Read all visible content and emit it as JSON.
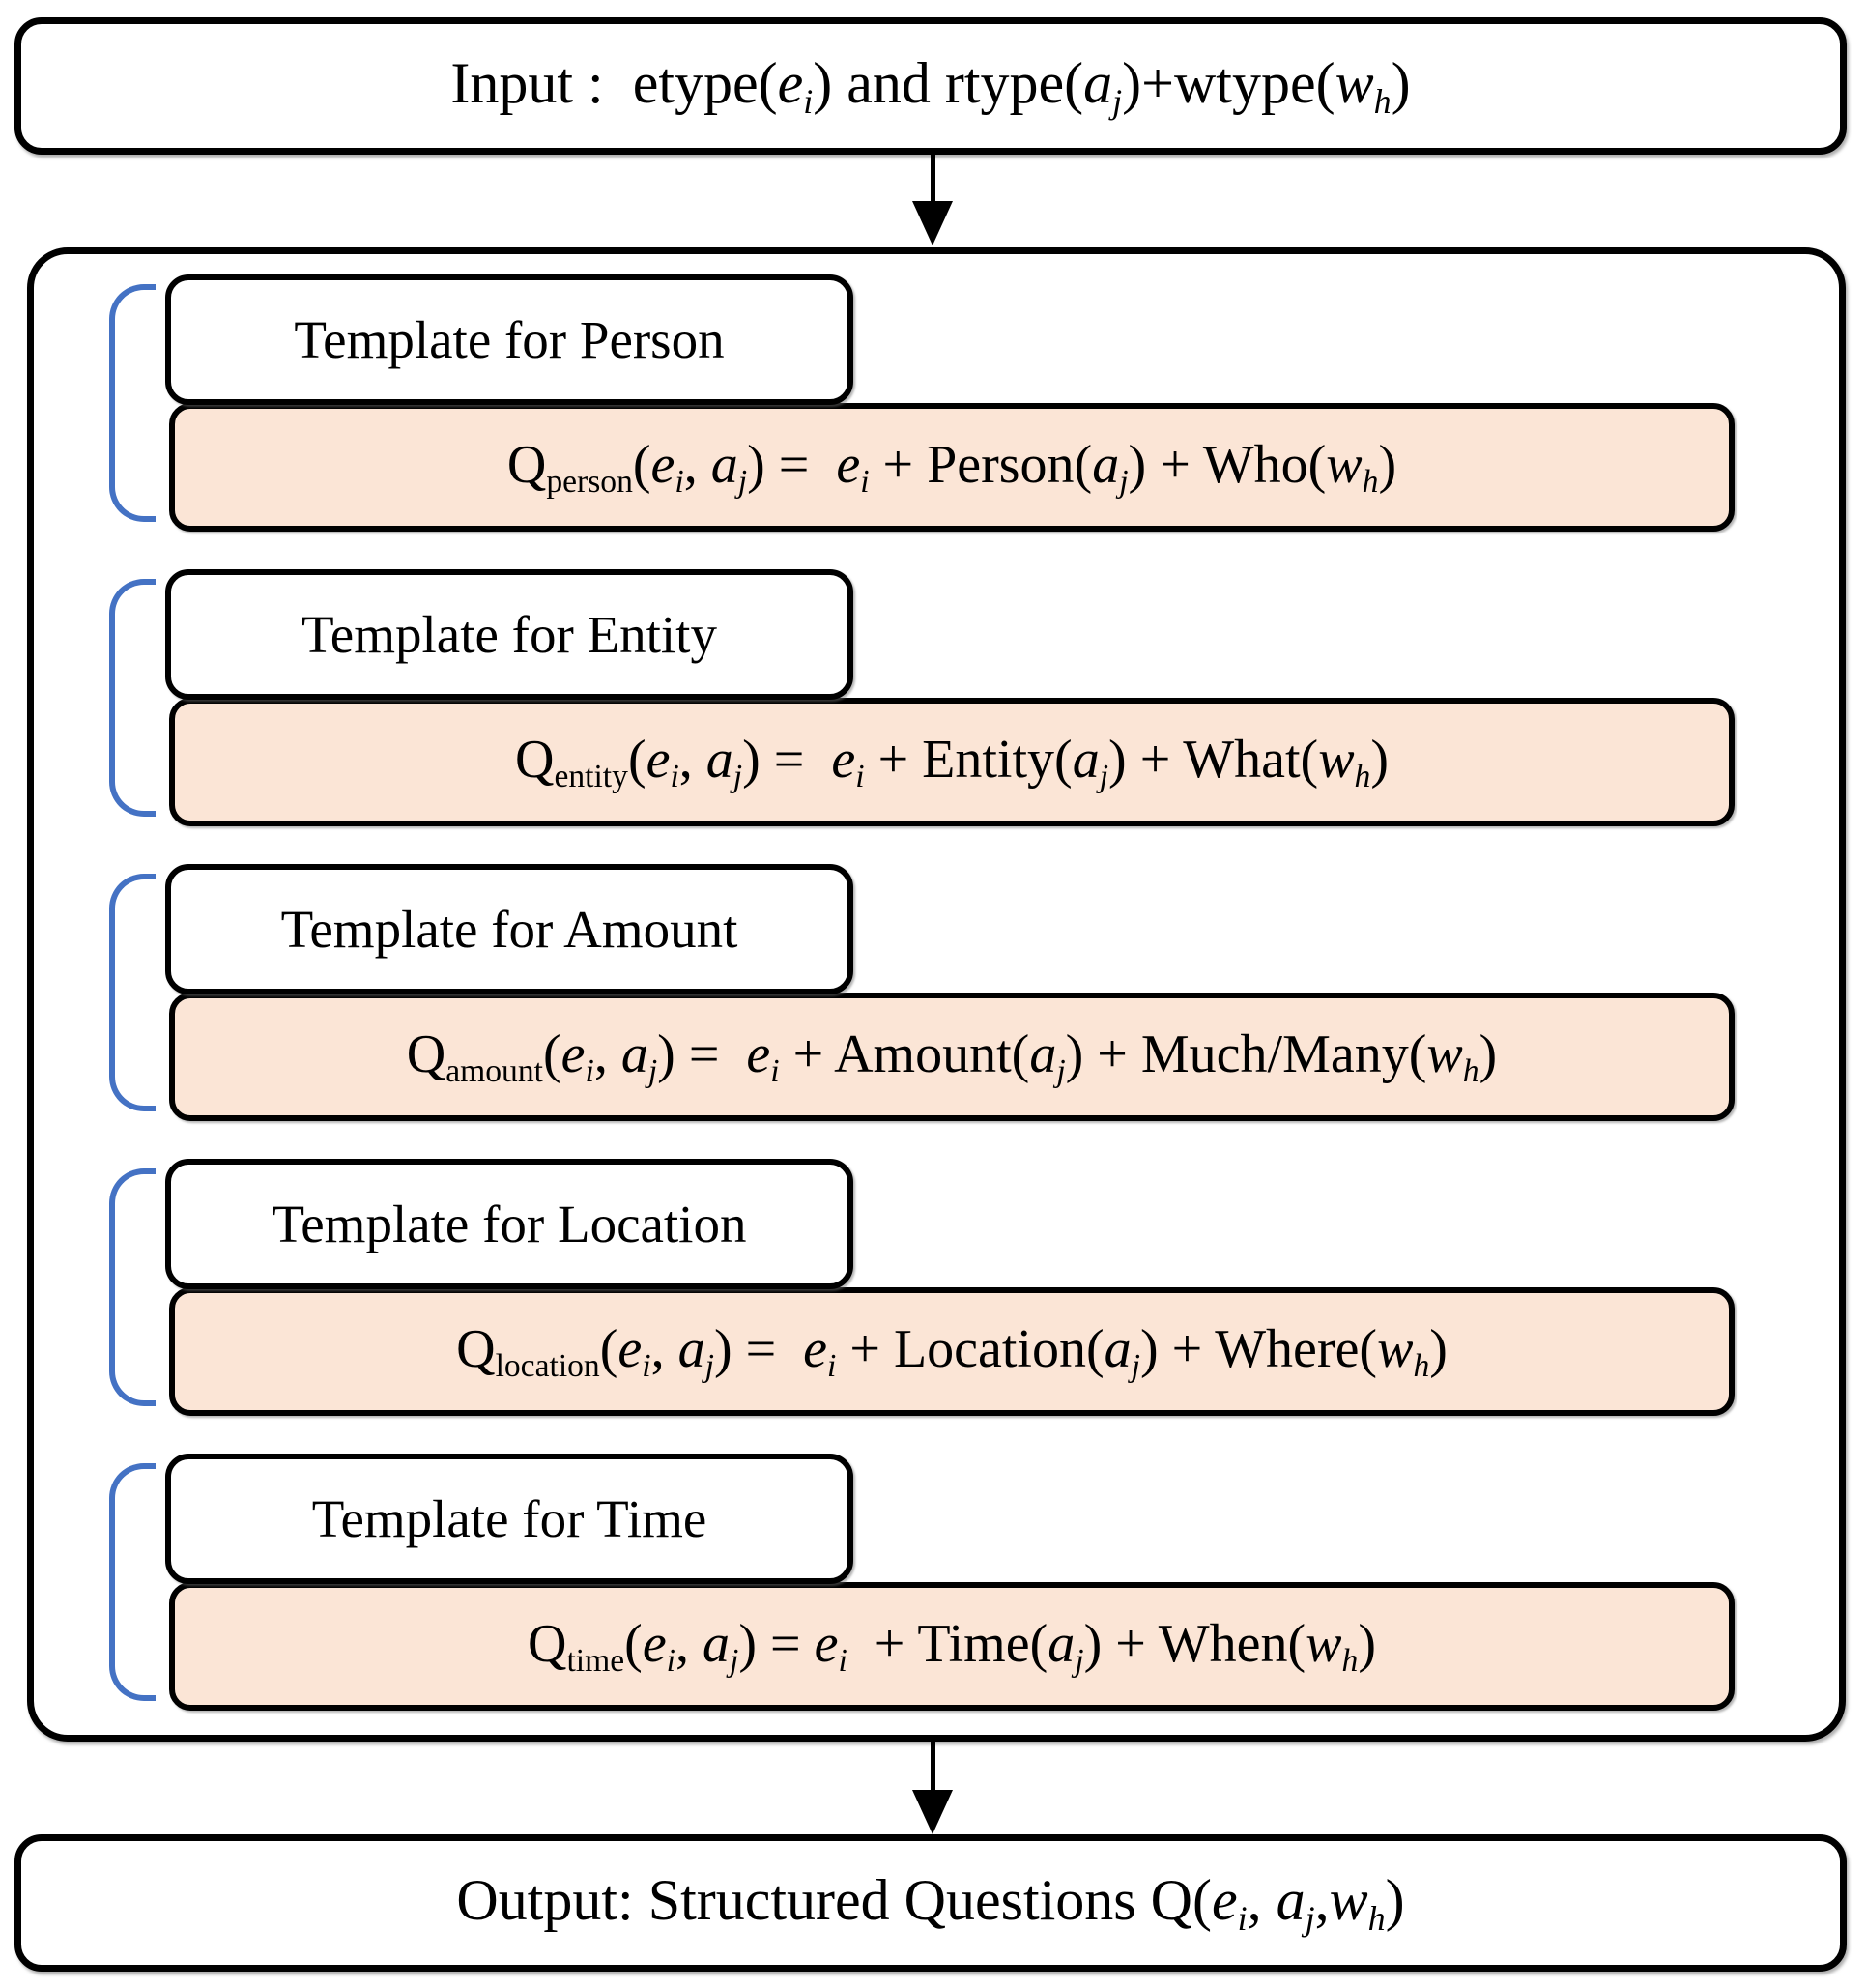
{
  "colors": {
    "bracket_blue": "#4472C4",
    "formula_bg": "#FBE5D6",
    "box_border": "#000000"
  },
  "input_box": {
    "segments": [
      [
        "Input :  etype(",
        "r"
      ],
      [
        "e",
        "v"
      ],
      [
        "i",
        "vsub"
      ],
      [
        ") and rtype(",
        "r"
      ],
      [
        "a",
        "v"
      ],
      [
        "j",
        "vsub"
      ],
      [
        ")+wtype(",
        "r"
      ],
      [
        "w",
        "v"
      ],
      [
        "h",
        "vsub"
      ],
      [
        ")",
        "r"
      ]
    ]
  },
  "templates": [
    {
      "name": "person",
      "label": "Template for Person",
      "formula": [
        [
          "Q",
          "r"
        ],
        [
          "person",
          "sub"
        ],
        [
          "(",
          "r"
        ],
        [
          "e",
          "v"
        ],
        [
          "i",
          "vsub"
        ],
        [
          ", ",
          "r"
        ],
        [
          "a",
          "v"
        ],
        [
          "j",
          "vsub"
        ],
        [
          ") =  ",
          "r"
        ],
        [
          "e",
          "v"
        ],
        [
          "i",
          "vsub"
        ],
        [
          " + Person(",
          "r"
        ],
        [
          "a",
          "v"
        ],
        [
          "j",
          "vsub"
        ],
        [
          ") + Who(",
          "r"
        ],
        [
          "w",
          "v"
        ],
        [
          "h",
          "vsub"
        ],
        [
          ")",
          "r"
        ]
      ]
    },
    {
      "name": "entity",
      "label": "Template for Entity",
      "formula": [
        [
          "Q",
          "r"
        ],
        [
          "entity",
          "sub"
        ],
        [
          "(",
          "r"
        ],
        [
          "e",
          "v"
        ],
        [
          "i",
          "vsub"
        ],
        [
          ", ",
          "r"
        ],
        [
          "a",
          "v"
        ],
        [
          "j",
          "vsub"
        ],
        [
          ") =  ",
          "r"
        ],
        [
          "e",
          "v"
        ],
        [
          "i",
          "vsub"
        ],
        [
          " + Entity(",
          "r"
        ],
        [
          "a",
          "v"
        ],
        [
          "j",
          "vsub"
        ],
        [
          ") + What(",
          "r"
        ],
        [
          "w",
          "v"
        ],
        [
          "h",
          "vsub"
        ],
        [
          ")",
          "r"
        ]
      ]
    },
    {
      "name": "amount",
      "label": "Template for Amount",
      "formula": [
        [
          "Q",
          "r"
        ],
        [
          "amount",
          "sub"
        ],
        [
          "(",
          "r"
        ],
        [
          "e",
          "v"
        ],
        [
          "i",
          "vsub"
        ],
        [
          ", ",
          "r"
        ],
        [
          "a",
          "v"
        ],
        [
          "j",
          "vsub"
        ],
        [
          ") =  ",
          "r"
        ],
        [
          "e",
          "v"
        ],
        [
          "i",
          "vsub"
        ],
        [
          " + Amount(",
          "r"
        ],
        [
          "a",
          "v"
        ],
        [
          "j",
          "vsub"
        ],
        [
          ") + Much/Many(",
          "r"
        ],
        [
          "w",
          "v"
        ],
        [
          "h",
          "vsub"
        ],
        [
          ")",
          "r"
        ]
      ]
    },
    {
      "name": "location",
      "label": "Template for Location",
      "formula": [
        [
          "Q",
          "r"
        ],
        [
          "location",
          "sub"
        ],
        [
          "(",
          "r"
        ],
        [
          "e",
          "v"
        ],
        [
          "i",
          "vsub"
        ],
        [
          ", ",
          "r"
        ],
        [
          "a",
          "v"
        ],
        [
          "j",
          "vsub"
        ],
        [
          ") =  ",
          "r"
        ],
        [
          "e",
          "v"
        ],
        [
          "i",
          "vsub"
        ],
        [
          " + Location(",
          "r"
        ],
        [
          "a",
          "v"
        ],
        [
          "j",
          "vsub"
        ],
        [
          ") + Where(",
          "r"
        ],
        [
          "w",
          "v"
        ],
        [
          "h",
          "vsub"
        ],
        [
          ")",
          "r"
        ]
      ]
    },
    {
      "name": "time",
      "label": "Template for Time",
      "formula": [
        [
          "Q",
          "r"
        ],
        [
          "time",
          "sub"
        ],
        [
          "(",
          "r"
        ],
        [
          "e",
          "v"
        ],
        [
          "i",
          "vsub"
        ],
        [
          ", ",
          "r"
        ],
        [
          "a",
          "v"
        ],
        [
          "j",
          "vsub"
        ],
        [
          ") = ",
          "r"
        ],
        [
          "e",
          "v"
        ],
        [
          "i",
          "vsub"
        ],
        [
          "  + Time(",
          "r"
        ],
        [
          "a",
          "v"
        ],
        [
          "j",
          "vsub"
        ],
        [
          ") + When(",
          "r"
        ],
        [
          "w",
          "v"
        ],
        [
          "h",
          "vsub"
        ],
        [
          ")",
          "r"
        ]
      ]
    }
  ],
  "output_box": {
    "segments": [
      [
        "Output: Structured Questions Q(",
        "r"
      ],
      [
        "e",
        "v"
      ],
      [
        "i",
        "vsub"
      ],
      [
        ", ",
        "r"
      ],
      [
        "a",
        "v"
      ],
      [
        "j",
        "vsub"
      ],
      [
        ",",
        "r"
      ],
      [
        "w",
        "v"
      ],
      [
        "h",
        "vsub"
      ],
      [
        ")",
        "r"
      ]
    ]
  }
}
